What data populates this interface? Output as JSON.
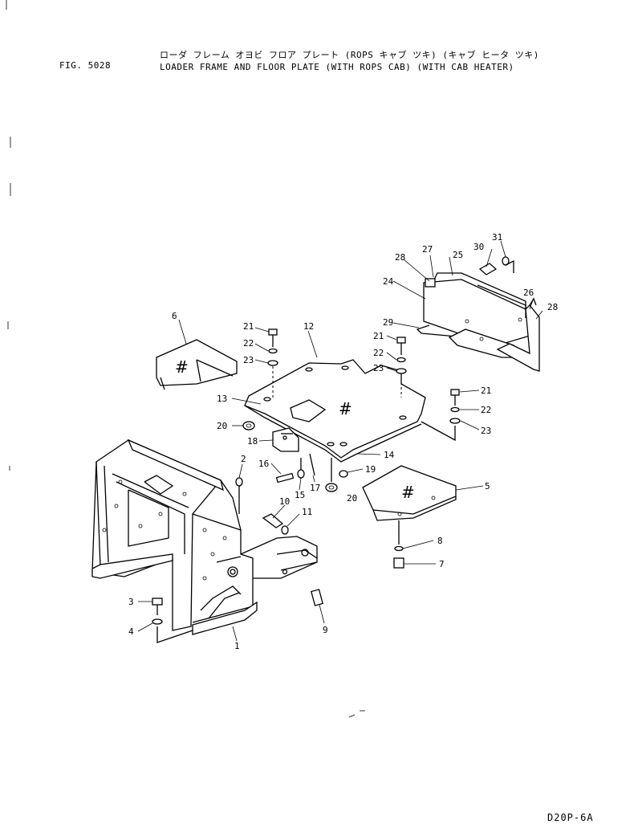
{
  "header": {
    "fig": "FIG. 5028",
    "title_jp": "ローダ フレーム オヨビ フロア プレート (ROPS キャブ ツキ) (キャブ ヒータ ツキ)",
    "title_en": "LOADER FRAME AND FLOOR PLATE (WITH ROPS CAB) (WITH CAB HEATER)"
  },
  "footer": {
    "code": "D20P-6A"
  },
  "marks": {
    "hash": "#"
  },
  "callouts": [
    "1",
    "2",
    "3",
    "4",
    "5",
    "6",
    "7",
    "8",
    "9",
    "10",
    "11",
    "12",
    "13",
    "14",
    "15",
    "16",
    "17",
    "18",
    "19",
    "20",
    "20",
    "21",
    "21",
    "21",
    "22",
    "22",
    "22",
    "23",
    "23",
    "23",
    "24",
    "25",
    "26",
    "27",
    "28",
    "28",
    "29",
    "30",
    "31"
  ]
}
